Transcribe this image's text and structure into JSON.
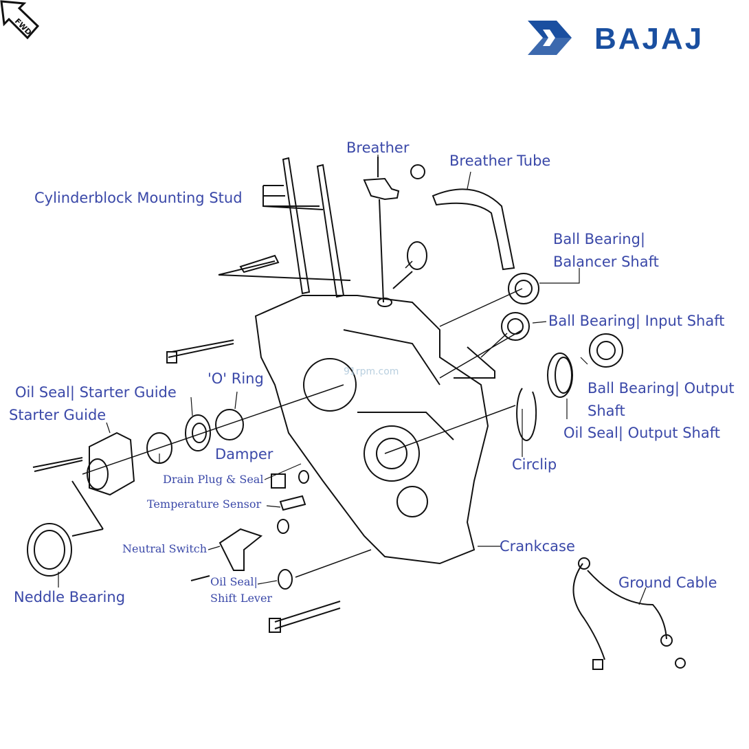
{
  "brand": {
    "name": "BAJAJ",
    "color": "#1a4fa0"
  },
  "fwd_icon": {
    "text": "FWD",
    "icon": "arrow-up-left"
  },
  "watermark": "91rpm.com",
  "label_color": "#3a48a8",
  "labels": {
    "breather": "Breather",
    "breather_tube": "Breather Tube",
    "mounting_stud": "Cylinderblock Mounting Stud",
    "bb_balancer_1": "Ball Bearing|",
    "bb_balancer_2": "Balancer Shaft",
    "bb_input": "Ball Bearing| Input Shaft",
    "bb_output_1": "Ball Bearing| Output",
    "bb_output_2": "Shaft",
    "oil_seal_output": "Oil Seal| Output Shaft",
    "circlip": "Circlip",
    "o_ring": "'O' Ring",
    "oil_seal_starter": "Oil Seal| Starter Guide",
    "starter_guide": "Starter Guide",
    "damper": "Damper",
    "drain_plug": "Drain Plug & Seal",
    "temp_sensor": "Temperature Sensor",
    "neutral_switch": "Neutral Switch",
    "oil_seal_shift_1": "Oil Seal|",
    "oil_seal_shift_2": "Shift Lever",
    "neddle_bearing": "Neddle Bearing",
    "crankcase": "Crankcase",
    "ground_cable": "Ground Cable"
  }
}
